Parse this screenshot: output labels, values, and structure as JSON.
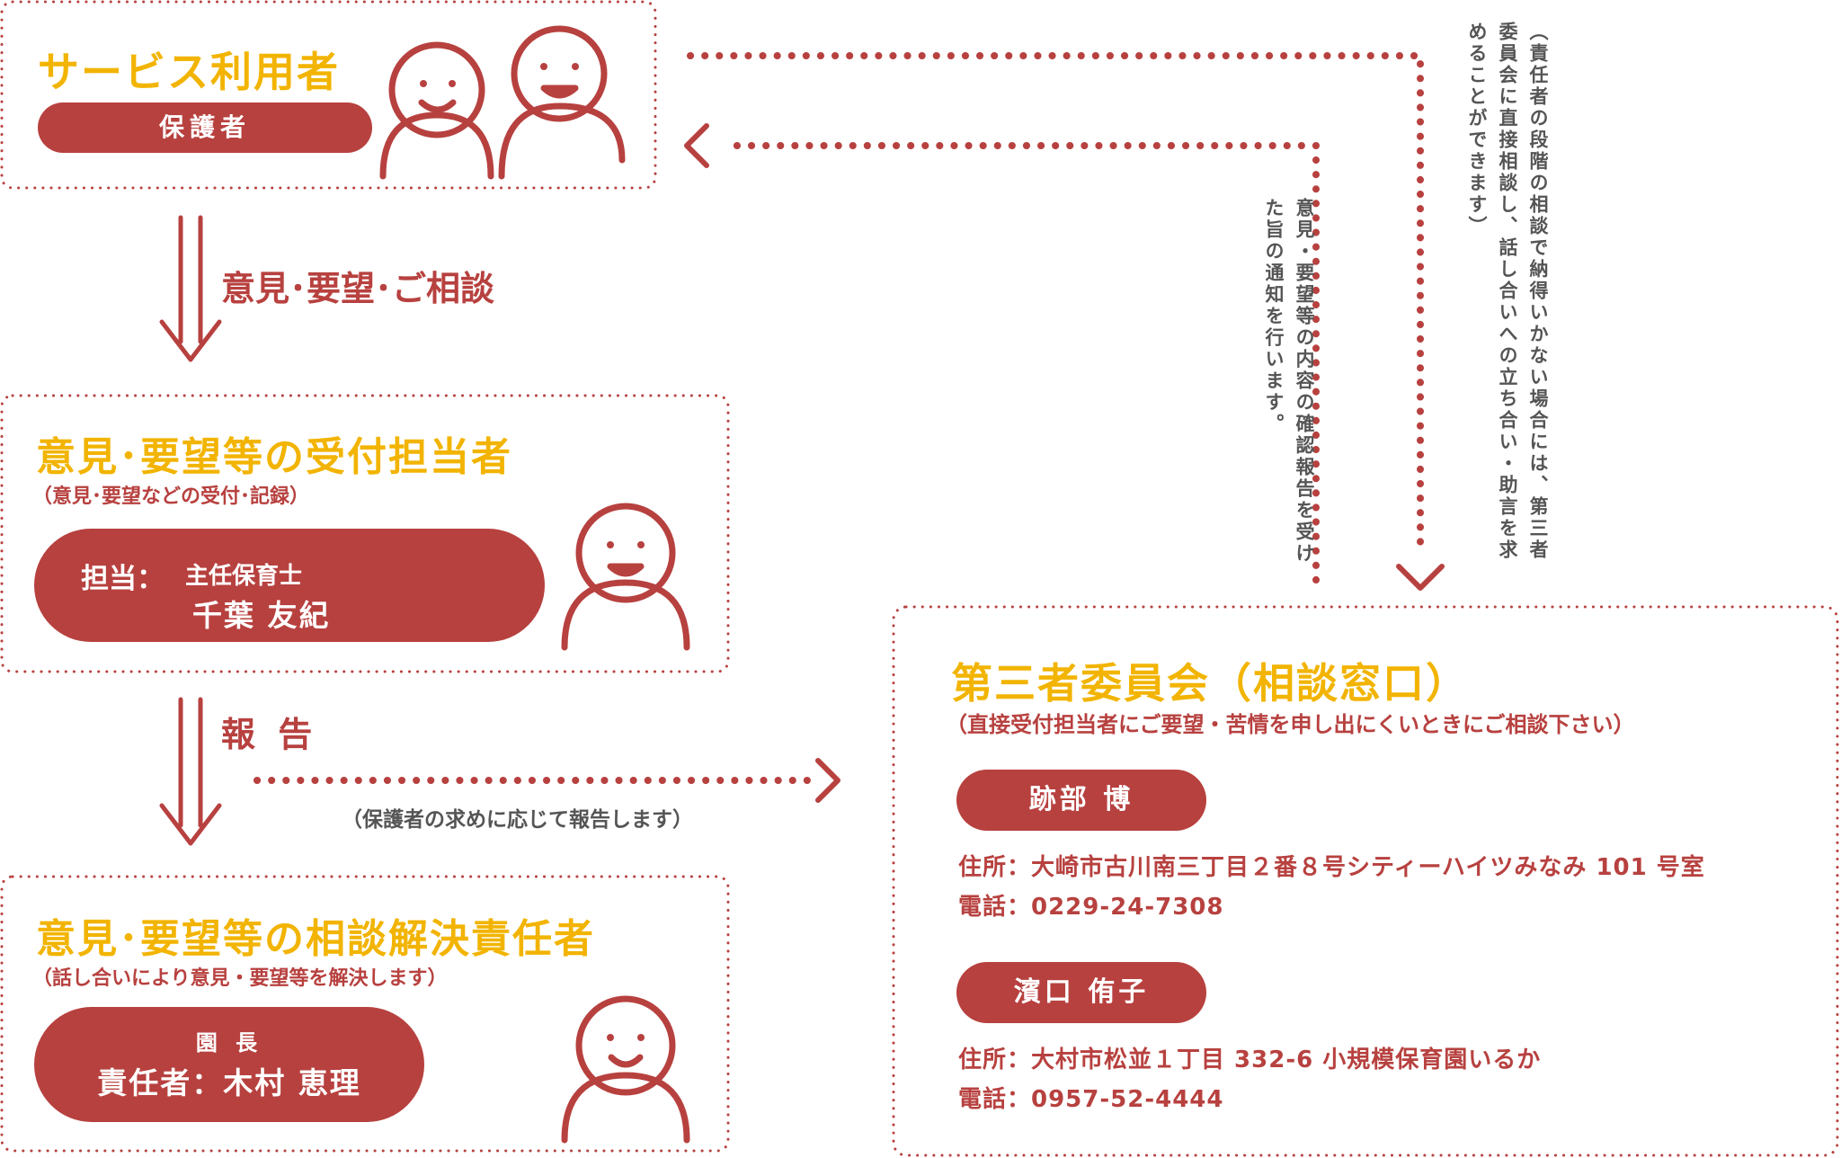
{
  "service_user": {
    "title": "サービス利用者",
    "badge": "保護者"
  },
  "flow_request": "意見･要望･ご相談",
  "reception": {
    "title": "意見･要望等の受付担当者",
    "subtitle": "（意見･要望などの受付･記録）",
    "role_label": "担当：",
    "role_title": "主任保育士",
    "name": "千葉 友紀"
  },
  "flow_report": "報 告",
  "report_note": "（保護者の求めに応じて報告します）",
  "resolver": {
    "title": "意見･要望等の相談解決責任者",
    "subtitle": "（話し合いにより意見・要望等を解決します）",
    "position": "園 長",
    "label": "責任者：木村 恵理"
  },
  "notice_note": "意見・要望等の内容の確認報告を受けた旨の通知を行います。",
  "direct_note": "（責任者の段階の相談で納得いかない場合には、第三者委員会に直接相談し、話し合いへの立ち合い・助言を求めることができます）",
  "committee": {
    "title": "第三者委員会（相談窓口）",
    "subtitle": "（直接受付担当者にご要望・苦情を申し出にくいときにご相談下さい）",
    "members": [
      {
        "name": "跡部 博",
        "address": "住所：大崎市古川南三丁目２番８号シティーハイツみなみ 101 号室",
        "phone": "電話：0229-24-7308"
      },
      {
        "name": "濱口 侑子",
        "address": "住所：大村市松並１丁目 332-6 小規模保育園いるか",
        "phone": "電話：0957-52-4444"
      }
    ]
  },
  "colors": {
    "accent_red": "#b7413f",
    "title_yellow": "#f2b400",
    "note_gray": "#555555"
  }
}
